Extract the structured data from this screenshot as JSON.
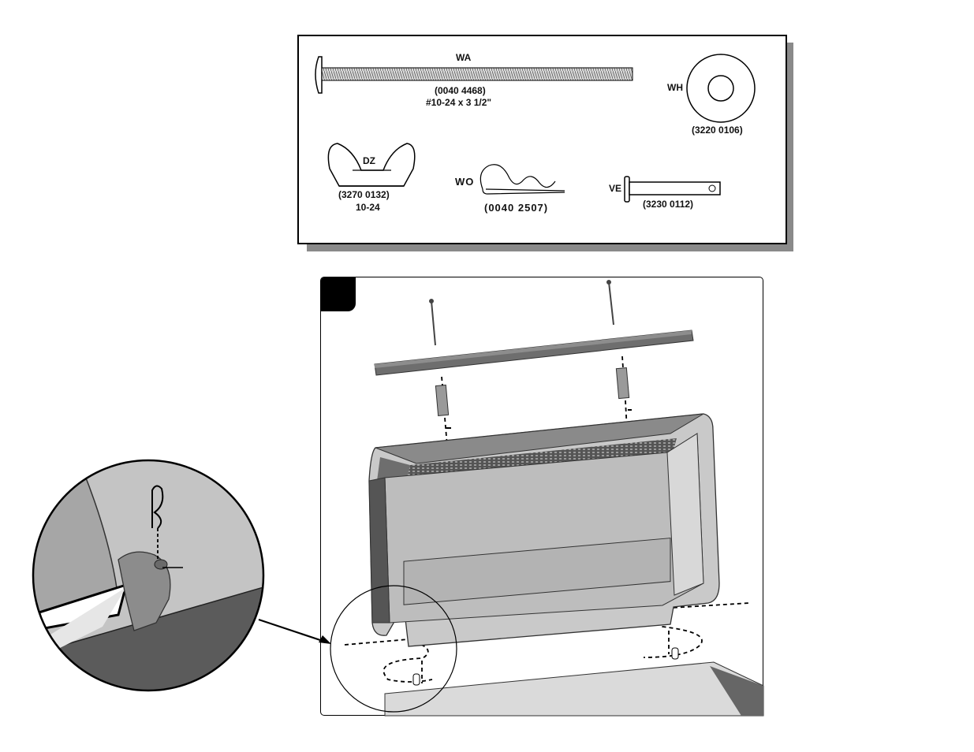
{
  "parts": {
    "wa": {
      "code": "WA",
      "part_number": "(0040 4468)",
      "size": "#10-24 x 3 1/2\""
    },
    "wh": {
      "code": "WH",
      "part_number": "(3220 0106)"
    },
    "dz": {
      "code": "DZ",
      "part_number": "(3270 0132)",
      "size": "10-24"
    },
    "wo": {
      "code": "WO",
      "part_number": "(0040 2507)"
    },
    "ve": {
      "code": "VE",
      "part_number": "(3230 0112)"
    }
  },
  "illustration": {
    "step_badge_color": "#000000",
    "grill_color": "#c9c9c9",
    "grill_dark_color": "#555555"
  }
}
